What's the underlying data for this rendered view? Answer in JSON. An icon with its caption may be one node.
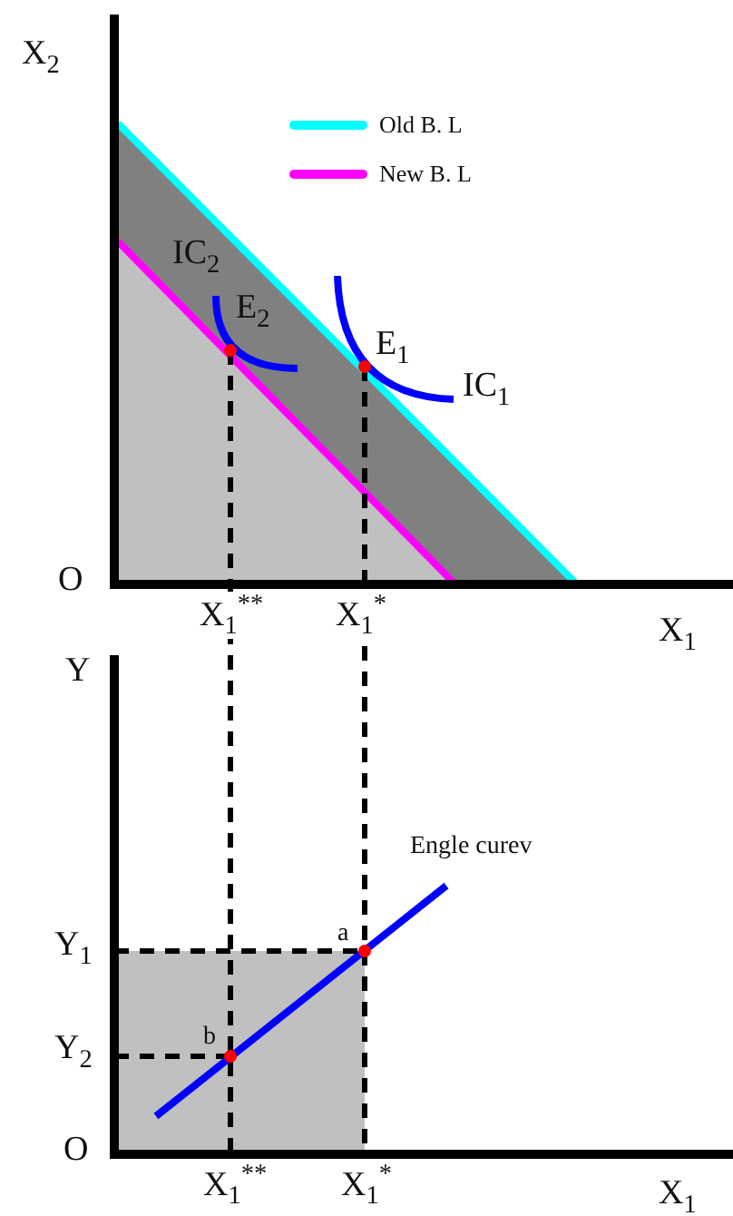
{
  "diagram": {
    "labels": [
      "X$_{2}$",
      "IC$_{2}$",
      "E$_{2}$",
      "E$_{1}$",
      "IC$_{1}$",
      "O",
      "X$_{1}$$^{**}$",
      "X$_{1}$$^{*}$",
      "X$_{1}$",
      "Y",
      "Engle curev",
      "a",
      "Y$_{1}$",
      "b",
      "Y$_{2}$",
      "O",
      "X$_{1}$$^{**}$",
      "X$_{1}$$^{*}$",
      "X$_{1}$"
    ],
    "legend": [
      {
        "text": "Old B. L"
      },
      {
        "text": "New B. L"
      }
    ]
  }
}
